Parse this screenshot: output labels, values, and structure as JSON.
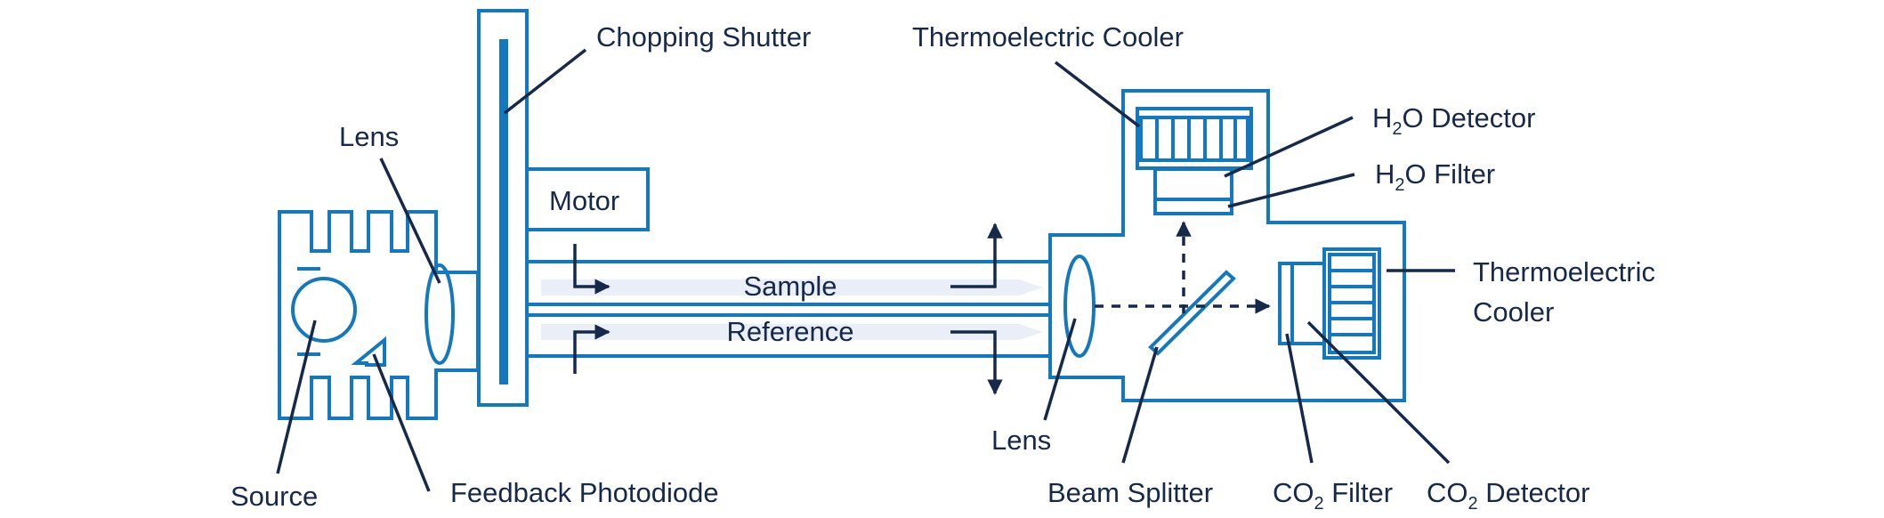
{
  "labels": {
    "chopping_shutter": "Chopping Shutter",
    "thermoelectric_cooler_top": "Thermoelectric Cooler",
    "h2o_detector_prefix": "H",
    "h2o_detector_sub": "2",
    "h2o_detector_suffix": "O Detector",
    "h2o_filter_prefix": "H",
    "h2o_filter_sub": "2",
    "h2o_filter_suffix": "O Filter",
    "lens_left": "Lens",
    "motor": "Motor",
    "sample": "Sample",
    "reference": "Reference",
    "thermoelectric_cooler_right_line1": "Thermoelectric",
    "thermoelectric_cooler_right_line2": "Cooler",
    "lens_right": "Lens",
    "source": "Source",
    "feedback_photodiode": "Feedback Photodiode",
    "beam_splitter": "Beam Splitter",
    "co2_filter_prefix": "CO",
    "co2_filter_sub": "2",
    "co2_filter_suffix": " Filter",
    "co2_detector_prefix": "CO",
    "co2_detector_sub": "2",
    "co2_detector_suffix": " Detector"
  },
  "colors": {
    "component_blue": "#1478be",
    "leader_navy": "#16294a",
    "beam_fill": "#e9eef7"
  }
}
